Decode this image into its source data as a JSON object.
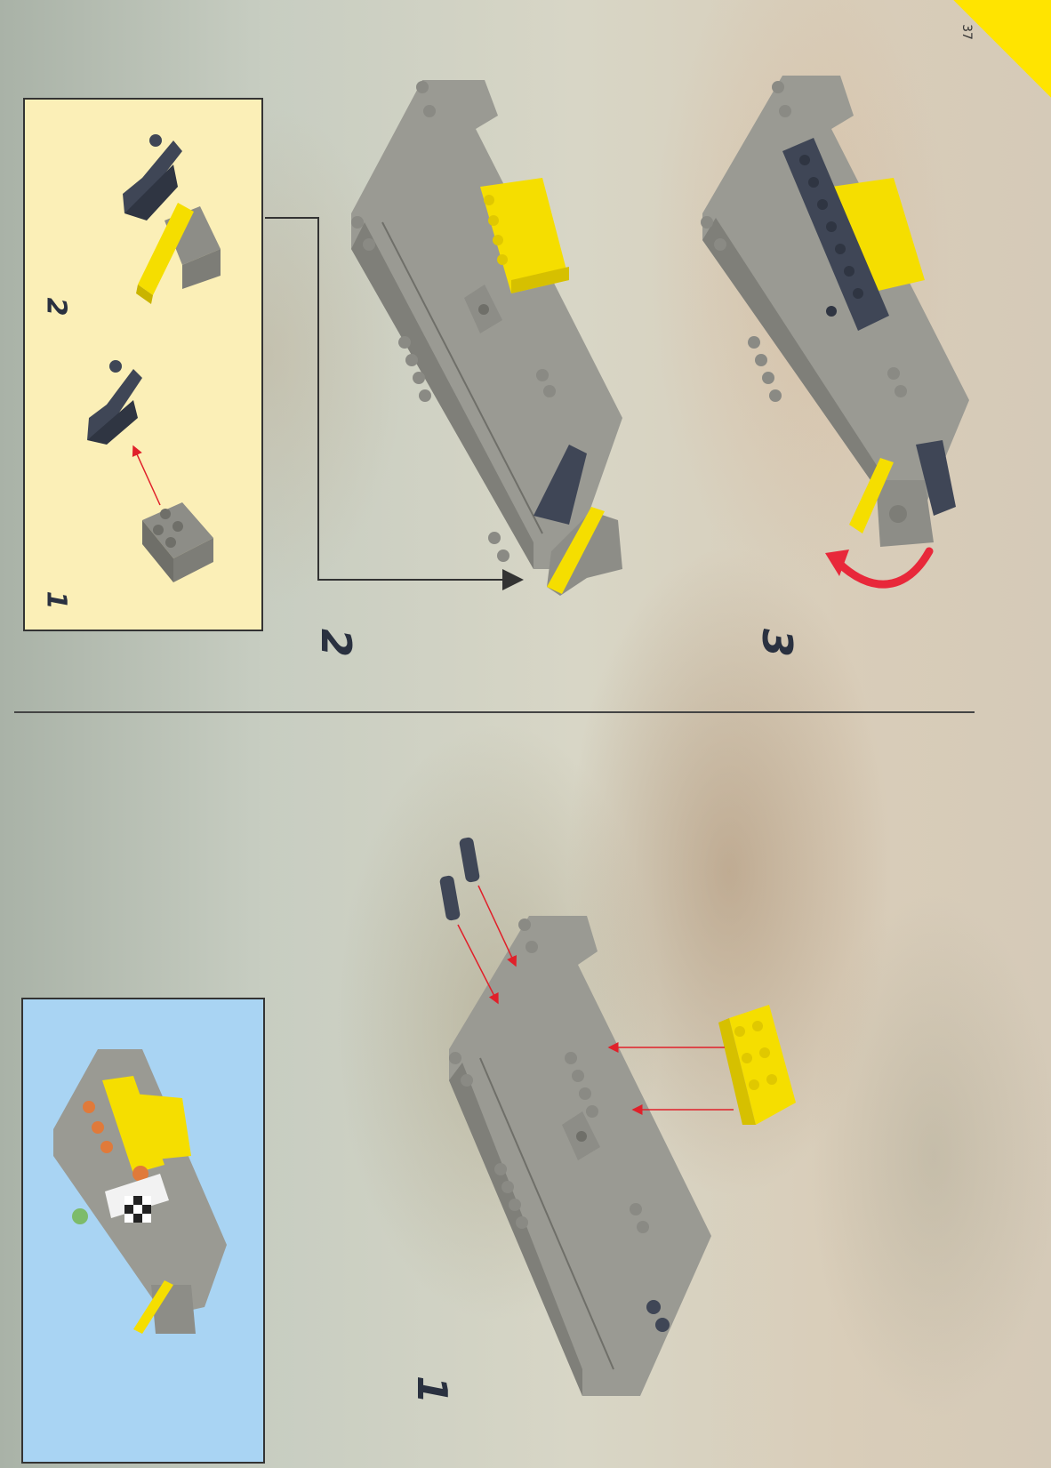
{
  "page": {
    "number": "37"
  },
  "steps": {
    "main_1": "1",
    "main_2": "2",
    "main_3": "3"
  },
  "subassembly": {
    "step_1": "1",
    "step_2": "2"
  },
  "colors": {
    "brick_grey": "#9a9a93",
    "brick_grey_dark": "#6f6f69",
    "brick_yellow": "#f5de00",
    "brick_dark": "#3f4656",
    "arrow_red": "#e0202a",
    "accent_corner": "#ffe400"
  }
}
